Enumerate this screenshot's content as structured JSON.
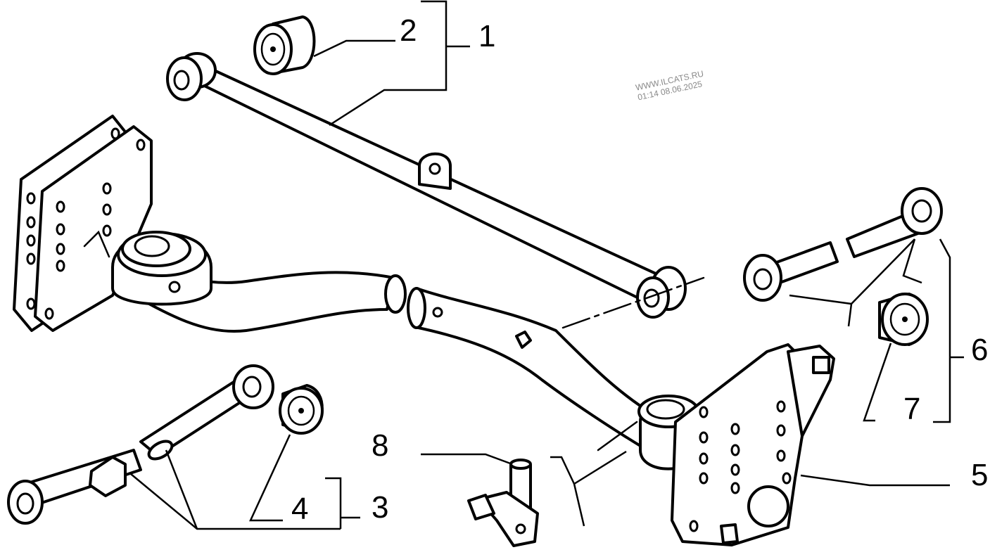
{
  "watermark": {
    "line1": "WWW.ILCATS.RU",
    "line2": "01:14 08.06.2025"
  },
  "callouts": [
    {
      "key": "c1",
      "label": "1"
    },
    {
      "key": "c2",
      "label": "2"
    },
    {
      "key": "c3",
      "label": "3"
    },
    {
      "key": "c4",
      "label": "4"
    },
    {
      "key": "c5",
      "label": "5"
    },
    {
      "key": "c6",
      "label": "6"
    },
    {
      "key": "c7",
      "label": "7"
    },
    {
      "key": "c8",
      "label": "8"
    }
  ],
  "colors": {
    "ink": "#000000",
    "paper": "#ffffff",
    "watermark": "#888888"
  }
}
